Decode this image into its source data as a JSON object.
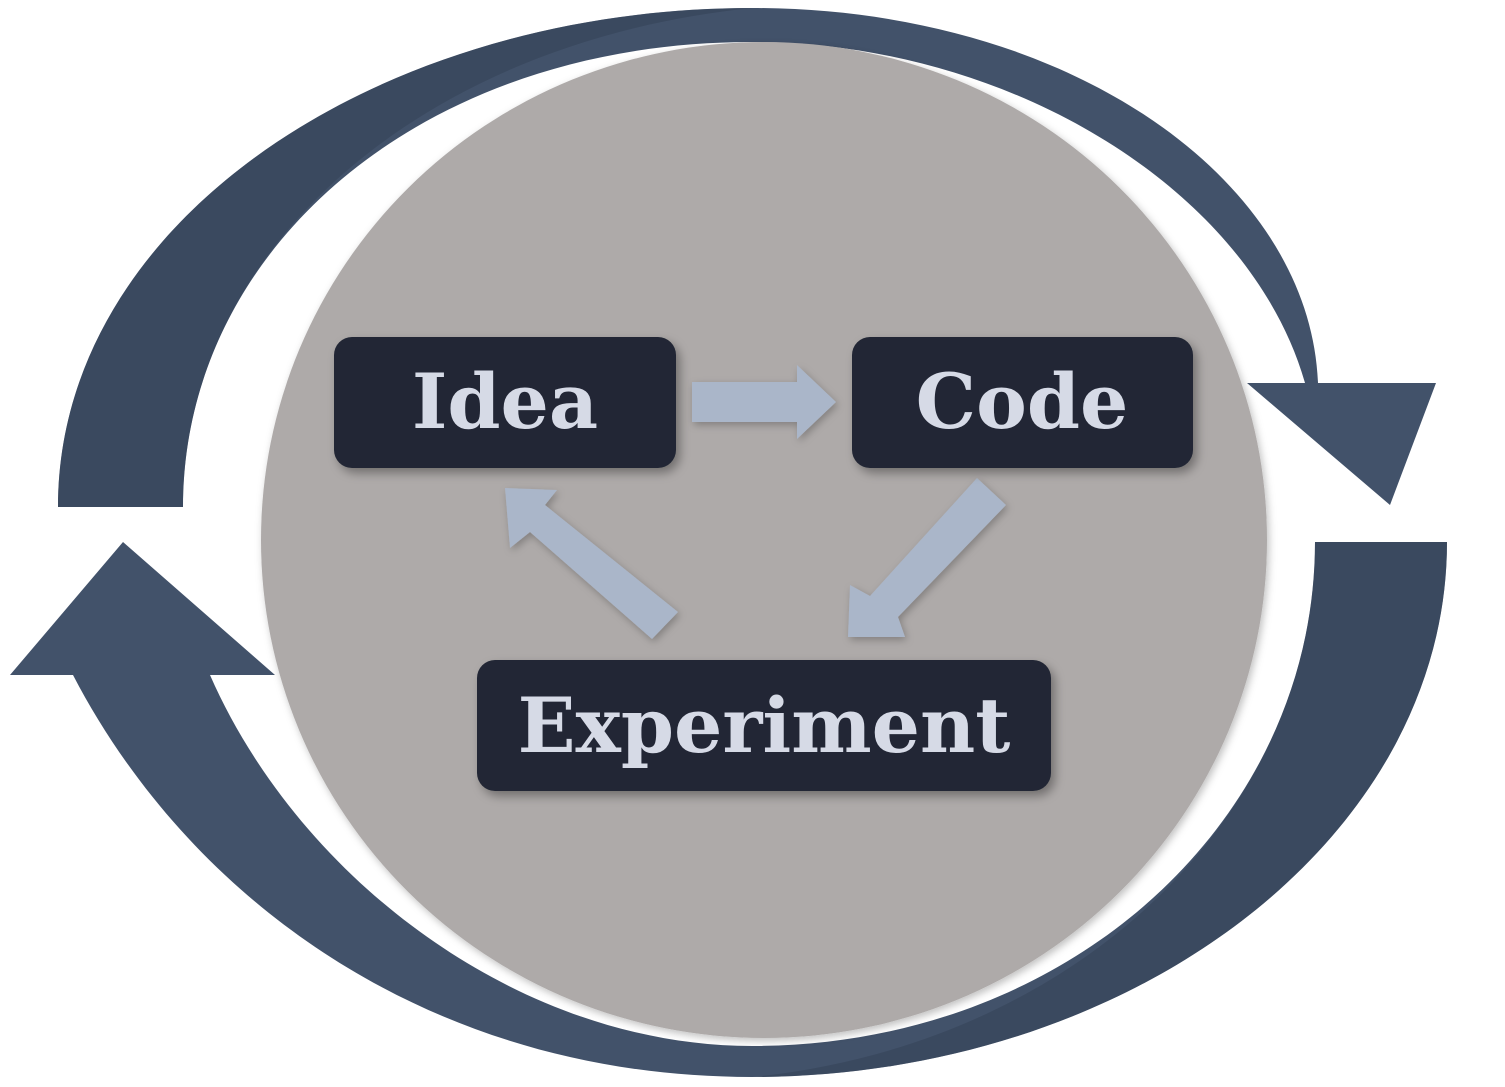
{
  "diagram": {
    "nodes": [
      {
        "id": "idea",
        "label": "Idea"
      },
      {
        "id": "code",
        "label": "Code"
      },
      {
        "id": "experiment",
        "label": "Experiment"
      }
    ],
    "edges": [
      {
        "from": "idea",
        "to": "code"
      },
      {
        "from": "code",
        "to": "experiment"
      },
      {
        "from": "experiment",
        "to": "idea"
      }
    ],
    "colors": {
      "outer_arrow": "#42526a",
      "outer_arrow_dark": "#354255",
      "inner_circle": "#aeaaa9",
      "box_fill": "#222834",
      "box_text": "#d6dae6",
      "inner_arrow": "#aab6c9"
    }
  }
}
